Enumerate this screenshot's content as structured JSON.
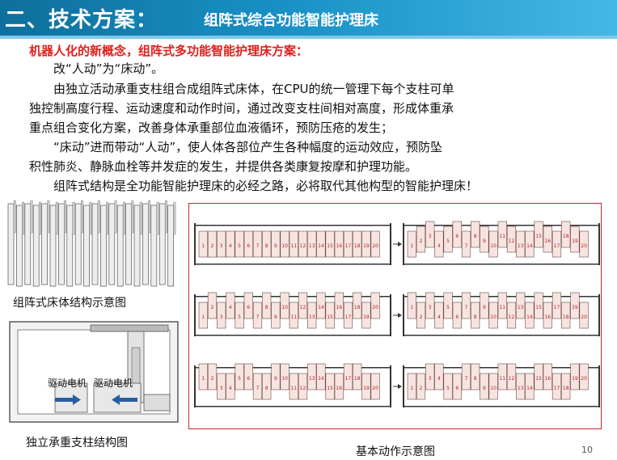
{
  "header": {
    "title": "二、技术方案：",
    "subtitle": "组阵式综合功能智能护理床"
  },
  "content": {
    "heading": "机器人化的新概念，组阵式多功能智能护理床方案：",
    "lines": [
      "改“人动”为“床动”。",
      "由独立活动承重支柱组合成组阵式床体，在CPU的统一管理下每个支柱可单",
      "独控制高度行程、运动速度和动作时间，通过改变支柱间相对高度，形成体重承",
      "重点组合变化方案，改善身体承重部位血液循环，预防压疮的发生；",
      "“床动”进而带动“人动”，使人体各部位产生各种幅度的运动效应，预防坠",
      "积性肺炎、静脉血栓等并发症的发生，并提供各类康复按摩和护理功能。",
      "组阵式结构是全功能智能护理床的必经之路，必将取代其他构型的智能护理床！"
    ]
  },
  "figures": {
    "bed_body_label": "组阵式床体结构示意图",
    "pillar_label": "独立承重支柱结构图",
    "motor_left": "驱动电机",
    "motor_right": "驱动电机",
    "motion_label": "基本动作示意图",
    "column_numbers": [
      "1",
      "2",
      "3",
      "4",
      "5",
      "6",
      "7",
      "8",
      "9",
      "10",
      "11",
      "12",
      "13",
      "14",
      "15",
      "16",
      "17",
      "18",
      "19",
      "20"
    ]
  },
  "page": {
    "number": "10"
  }
}
